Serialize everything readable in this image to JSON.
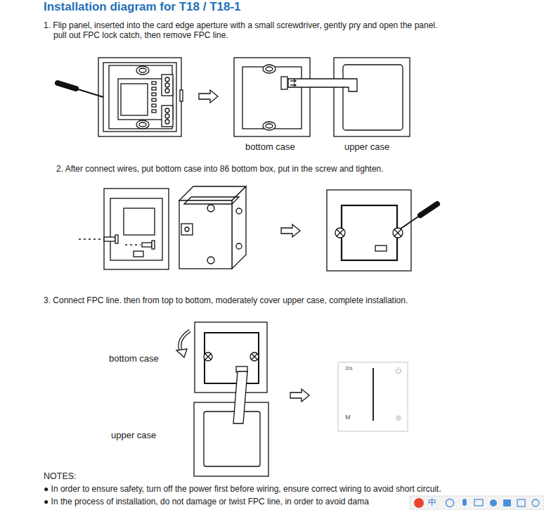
{
  "diagram": {
    "title": "Installation diagram for T18 / T18-1",
    "labels": [
      "1. Flip panel, inserted into the card edge aperture with a small screwdriver, gently pry and open the panel. pull out FPC lock catch, then remove FPC line.",
      "bottom case",
      "upper case",
      "2. After connect wires, put bottom case into 86 bottom box, put in the screw and tighten.",
      "3. Connect FPC line. then from top to bottom, moderately cover upper case, complete installation.",
      "bottom case",
      "upper case",
      "20s",
      "M",
      "NOTES:",
      "● In order to ensure safety, turn off the power first before wiring, ensure correct wiring to avoid short circuit.",
      "● In the process of installation, do not damage or twist FPC line, in order to avoid dama",
      "中"
    ]
  }
}
